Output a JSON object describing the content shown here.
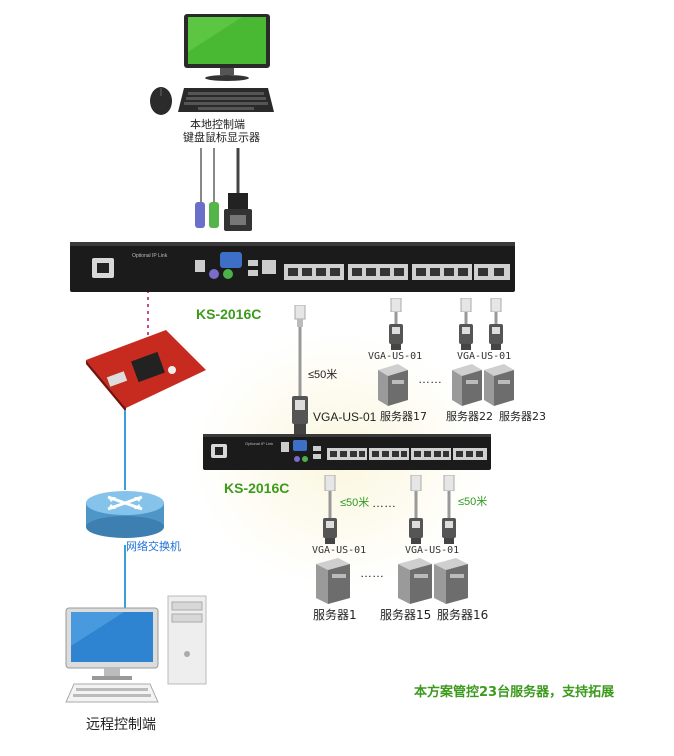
{
  "labels": {
    "local_console_line1": "本地控制端",
    "local_console_line2": "键盘鼠标显示器",
    "kvm_model_top": "KS-2016C",
    "kvm_model_bottom": "KS-2016C",
    "optional_ip_top": "Optional IP Link",
    "optional_ip_bottom": "Optional IP Link",
    "cable_length_cascade": "≤50米",
    "cable_length_left": "≤50米",
    "cable_length_right": "≤50米",
    "adapter_cascade": "VGA-US-01",
    "adapter_17": "VGA-US-01",
    "adapter_22": "VGA-US-01",
    "adapter_1": "VGA-US-01",
    "adapter_15": "VGA-US-01",
    "dots_top": "……",
    "dots_mid": "……",
    "dots_bottom": "……",
    "server_17": "服务器17",
    "server_22": "服务器22",
    "server_23": "服务器23",
    "server_1": "服务器1",
    "server_15": "服务器15",
    "server_16": "服务器16",
    "network_switch": "网络交换机",
    "remote_console": "远程控制端",
    "footer_caption": "本方案管控23台服务器，支持拓展"
  },
  "colors": {
    "green_text": "#2f9a22",
    "blue_text": "#1d6fd8",
    "link_line": "#3aa0d8",
    "dashed_line": "#c0508a",
    "kvm_body": "#1b1b1b",
    "port_face": "#d0d0d0"
  },
  "icons": [
    "monitor-icon",
    "mouse-icon",
    "keyboard-icon",
    "ps2-connector-icon",
    "vga-connector-icon",
    "kvm-switch-icon",
    "server-icon",
    "rj45-connector-icon",
    "ip-module-board-icon",
    "network-switch-icon",
    "remote-pc-icon"
  ]
}
